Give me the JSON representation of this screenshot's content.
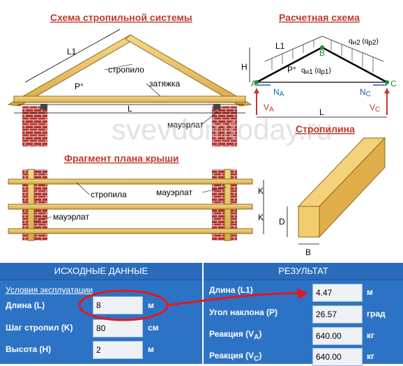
{
  "diagram": {
    "scheme_title": "Схема стропильной системы",
    "calc_title": "Расчетная схема",
    "plan_title": "Фрагмент плана крыши",
    "beam_title": "Стропилина",
    "label_rafter": "стропило",
    "label_tie": "затяжка",
    "label_mauerlat": "мауэрлат",
    "label_rafters_plan": "стропила",
    "label_mauerlat_plan": "мауэрлат",
    "L1": "L1",
    "L": "L",
    "H": "H",
    "P": "P°",
    "K": "K",
    "D": "D",
    "B": "B",
    "A": "A",
    "Bpt": "B",
    "C": "C",
    "NA": "N",
    "NA_sub": "A",
    "NC": "N",
    "NC_sub": "C",
    "VA": "V",
    "VA_sub": "A",
    "VC": "V",
    "VC_sub": "C",
    "qn1": "q",
    "qn1_sub": "н1",
    "qp1": "(q",
    "qp1_sub": "р1",
    "qn2": "q",
    "qn2_sub": "н2",
    "qp2": "(q",
    "qp2_sub": "р2",
    "watermark": "svevdomtoday.ru"
  },
  "input": {
    "header": "ИСХОДНЫЕ ДАННЫЕ",
    "conditions_link": "Условия эксплуатации",
    "length_label": "Длина (L)",
    "length_value": "8",
    "length_unit": "м",
    "step_label": "Шаг стропил (K)",
    "step_value": "80",
    "step_unit": "см",
    "height_label": "Высота (H)",
    "height_value": "2",
    "height_unit": "м"
  },
  "result": {
    "header": "РЕЗУЛЬТАТ",
    "length_label": "Длина (L1)",
    "length_value": "4.47",
    "length_unit": "м",
    "angle_label": "Угол наклона (P)",
    "angle_value": "26.57",
    "angle_unit": "град",
    "reaction_a_label": "Реакция (V",
    "reaction_a_sub": "A",
    "reaction_a_value": "640.00",
    "reaction_a_unit": "кг",
    "reaction_c_label": "Реакция (V",
    "reaction_c_sub": "C",
    "reaction_c_value": "640.00",
    "reaction_c_unit": "кг"
  }
}
